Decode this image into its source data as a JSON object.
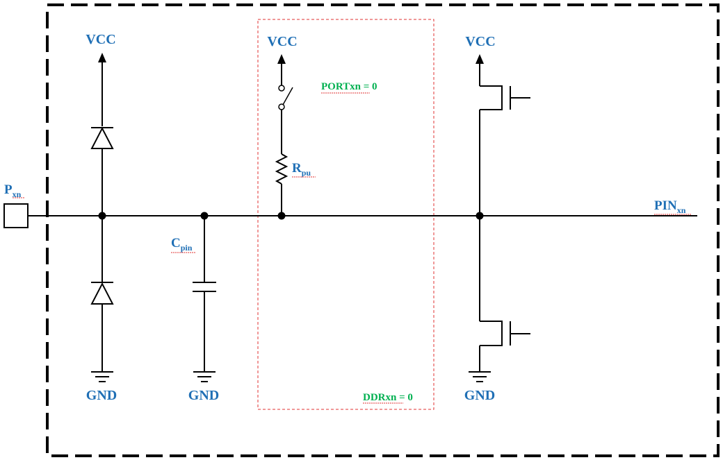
{
  "labels": {
    "vcc_left": "VCC",
    "vcc_mid": "VCC",
    "vcc_right": "VCC",
    "gnd_left": "GND",
    "gnd_cap": "GND",
    "gnd_right": "GND",
    "pin_main": "P",
    "pin_sub": "xn",
    "cap_main": "C",
    "cap_sub": "pin",
    "res_main": "R",
    "res_sub": "pu",
    "out_main": "PIN",
    "out_sub": "xn",
    "port_cond": "PORTxn = 0",
    "ddr_cond": "DDRxn = 0"
  },
  "colors": {
    "label_blue": "#1f6fb5",
    "label_green": "#00b050",
    "frame_black": "#000000",
    "box_red_dashed": "#e03030"
  }
}
